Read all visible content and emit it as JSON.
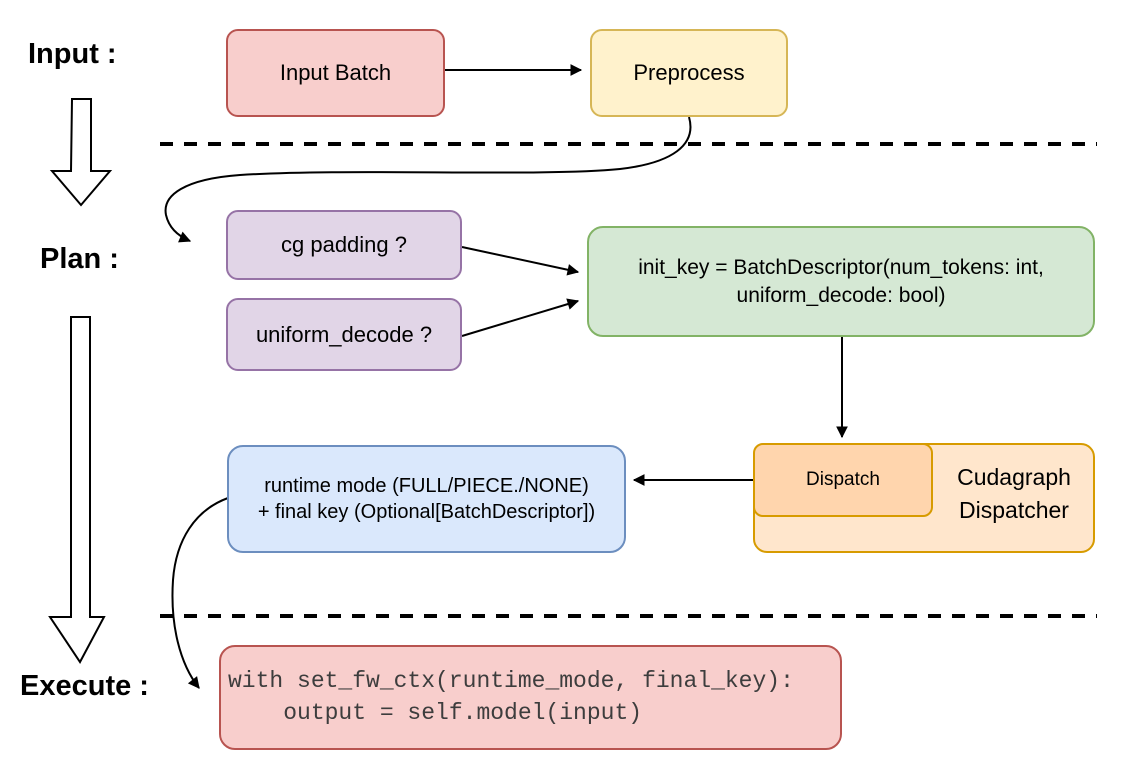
{
  "diagram": {
    "stage_labels": {
      "input": "Input :",
      "plan": "Plan :",
      "execute": "Execute :"
    },
    "nodes": {
      "input_batch": {
        "label": "Input Batch"
      },
      "preprocess": {
        "label": "Preprocess"
      },
      "cg_padding": {
        "label": "cg padding ?"
      },
      "uniform_decode": {
        "label": "uniform_decode ?"
      },
      "init_key": {
        "line1": "init_key = BatchDescriptor(num_tokens: int,",
        "line2": "uniform_decode: bool)"
      },
      "dispatch": {
        "label": "Dispatch"
      },
      "cudagraph_dispatcher": {
        "line1": "Cudagraph",
        "line2": "Dispatcher"
      },
      "runtime_mode": {
        "line1": "runtime mode (FULL/PIECE./NONE)",
        "line2": "+ final key (Optional[BatchDescriptor])"
      },
      "execute_code": {
        "line1": "with set_fw_ctx(runtime_mode, final_key):",
        "line2": "    output = self.model(input)"
      }
    },
    "colors": {
      "pink_fill": "#f8cecc",
      "pink_border": "#b85450",
      "yellow_fill": "#fff2cc",
      "yellow_border": "#d6b656",
      "purple_fill": "#e1d5e7",
      "purple_border": "#9673a6",
      "green_fill": "#d5e8d4",
      "green_border": "#82b366",
      "blue_fill": "#dae8fc",
      "blue_border": "#6c8ebf",
      "orange_fill": "#ffe6cc",
      "orange_inner_fill": "#ffd5ad",
      "orange_border": "#d79b00",
      "arrow": "#000000"
    }
  }
}
